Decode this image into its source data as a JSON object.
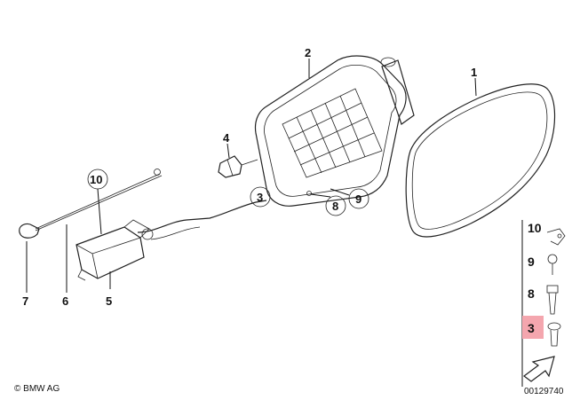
{
  "diagram": {
    "callouts": {
      "p1": "1",
      "p2": "2",
      "p3": "3",
      "p4": "4",
      "p5": "5",
      "p6": "6",
      "p7": "7",
      "p8": "8",
      "p9": "9",
      "p10": "10"
    },
    "legend": {
      "items": [
        "10",
        "9",
        "8",
        "3"
      ],
      "highlighted_item": "3",
      "highlight_color": "#f4a6ae"
    },
    "copyright": "© BMW AG",
    "drawing_number": "00129740"
  }
}
